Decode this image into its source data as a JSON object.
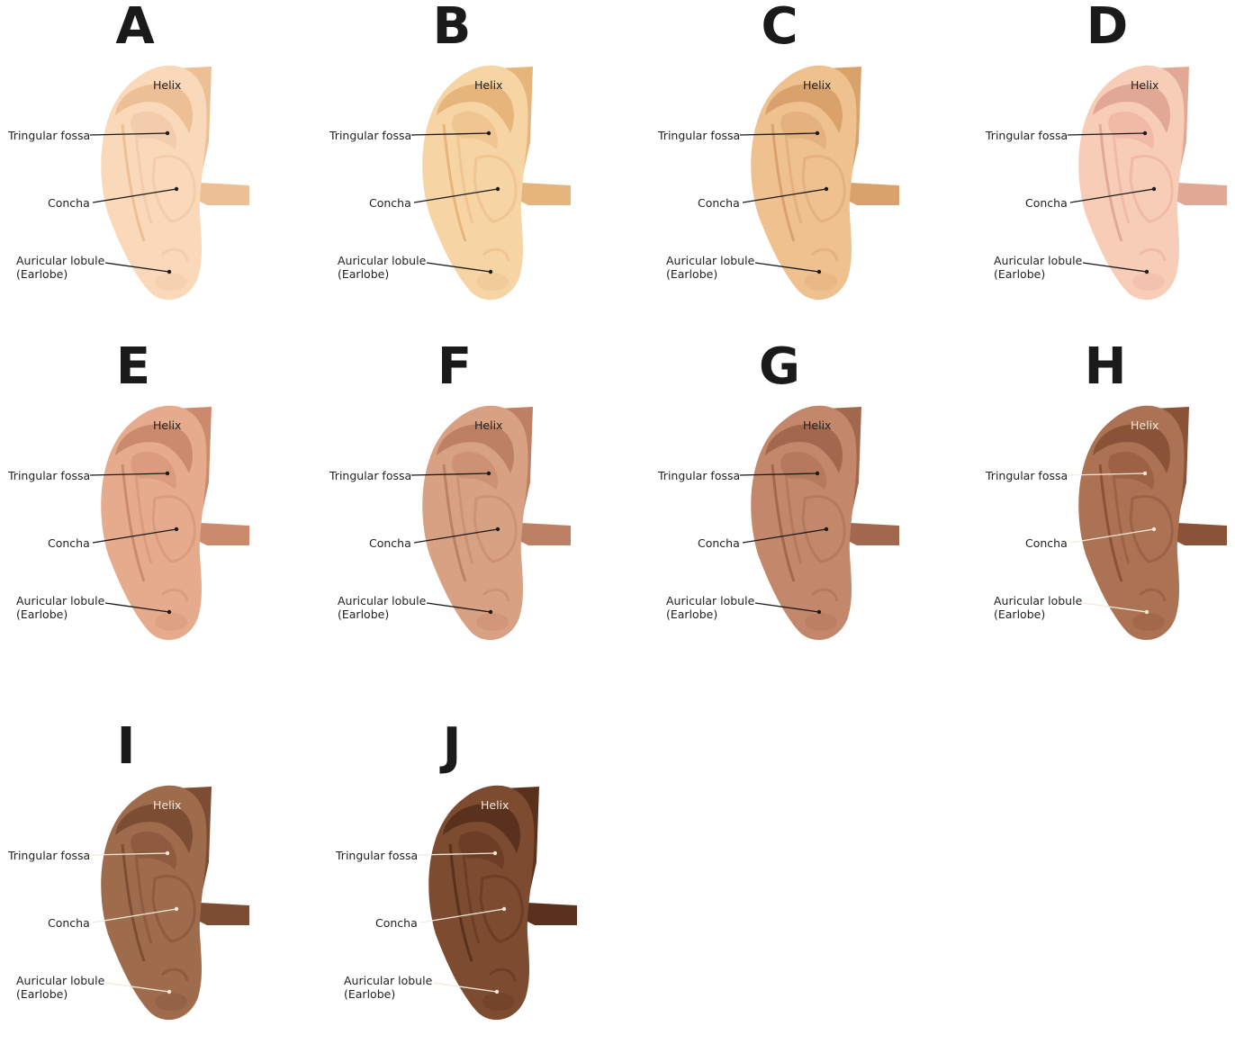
{
  "labels": {
    "helix": "Helix",
    "triangular_fossa": "Tringular fossa",
    "concha": "Concha",
    "lobule_line1": "Auricular lobule",
    "lobule_line2": "(Earlobe)"
  },
  "panels": [
    {
      "letter": "A",
      "skin": "#f9d9ba",
      "dark": "#ecbf95",
      "mid": "#f3ccab",
      "light_labels": false
    },
    {
      "letter": "B",
      "skin": "#f6d4a3",
      "dark": "#e5b57c",
      "mid": "#efc592",
      "light_labels": false
    },
    {
      "letter": "C",
      "skin": "#eec18f",
      "dark": "#d9a26c",
      "mid": "#e5b27f",
      "light_labels": false
    },
    {
      "letter": "D",
      "skin": "#f8cdb8",
      "dark": "#e2a896",
      "mid": "#f0baa6",
      "light_labels": false
    },
    {
      "letter": "E",
      "skin": "#e6ab8d",
      "dark": "#cc8a6c",
      "mid": "#db9b7d",
      "light_labels": false
    },
    {
      "letter": "F",
      "skin": "#d9a184",
      "dark": "#bd8064",
      "mid": "#cd9174",
      "light_labels": false
    },
    {
      "letter": "G",
      "skin": "#c3886c",
      "dark": "#a2684e",
      "mid": "#b7795e",
      "light_labels": false
    },
    {
      "letter": "H",
      "skin": "#ac7254",
      "dark": "#8a5237",
      "mid": "#9d6245",
      "light_labels": true
    },
    {
      "letter": "I",
      "skin": "#9f6b4d",
      "dark": "#7c4c33",
      "mid": "#8e5b40",
      "light_labels": true
    },
    {
      "letter": "J",
      "skin": "#7d4b30",
      "dark": "#5a311d",
      "mid": "#6c3e26",
      "light_labels": true
    }
  ]
}
